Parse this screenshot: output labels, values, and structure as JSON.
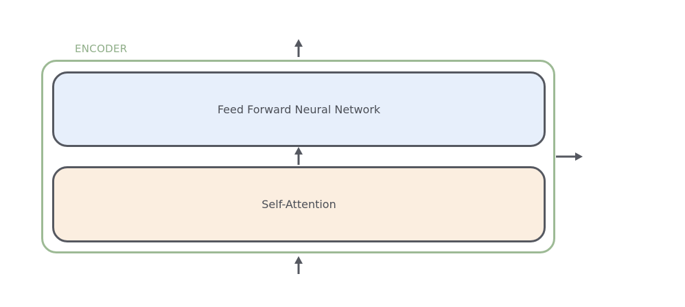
{
  "diagram": {
    "encoder_label": "ENCODER",
    "layers": [
      {
        "id": "ffn",
        "label": "Feed Forward Neural Network"
      },
      {
        "id": "attention",
        "label": "Self-Attention"
      }
    ],
    "colors": {
      "encoder_border": "#9dba95",
      "encoder_label": "#8fae88",
      "layer_border": "#555860",
      "ffn_fill": "#e7effb",
      "attention_fill": "#fbeee0",
      "arrow": "#555860",
      "text": "#4b4e56"
    }
  }
}
